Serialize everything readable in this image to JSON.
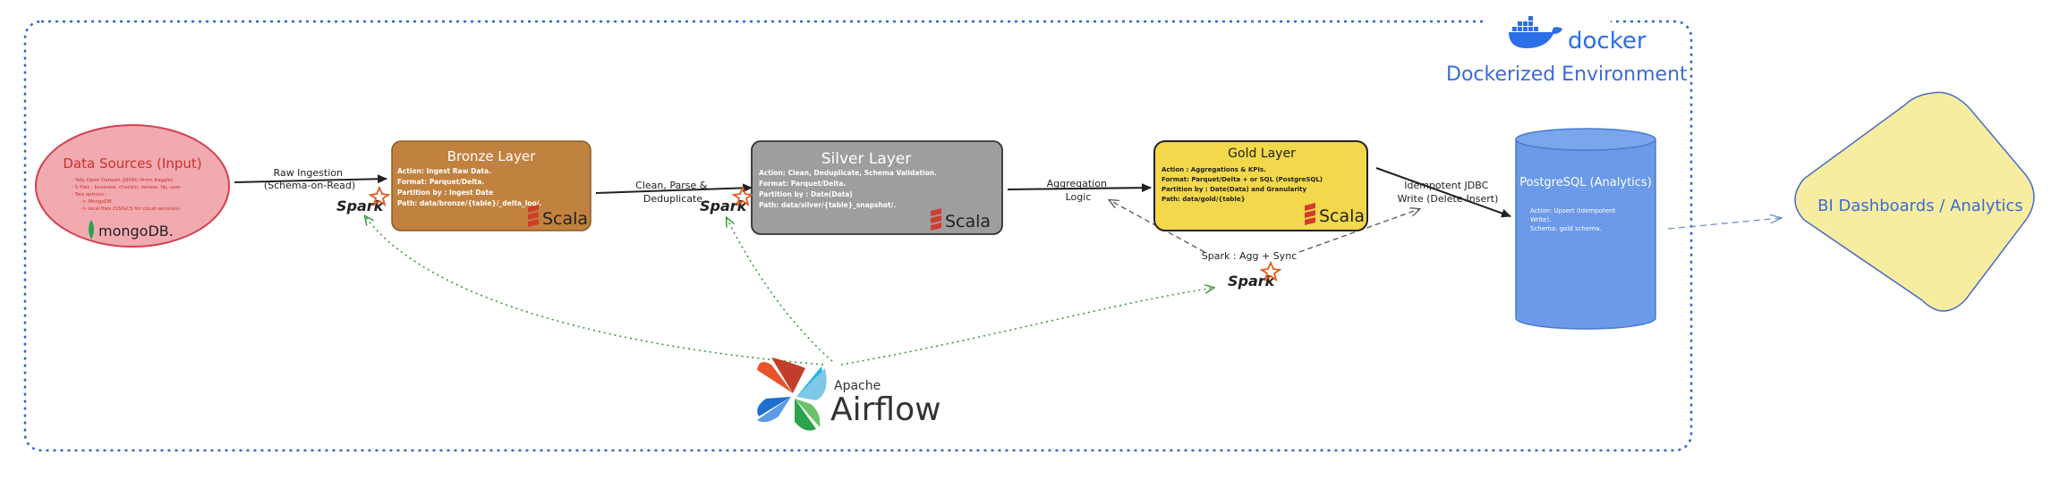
{
  "docker": {
    "logo_text": "docker",
    "env_label": "Dockerized Environment"
  },
  "sources": {
    "title": "Data Sources (Input)",
    "lines": [
      "- Yelp Open Dataset (JSON) (from Kaggle)",
      "- 5 files : business, checkin, review, tip, user",
      "- Two options :",
      "-> MongoDB",
      "-> local files   (S3/GCS for cloud services)"
    ],
    "mongo_label": "mongoDB."
  },
  "bronze": {
    "title": "Bronze Layer",
    "lines": [
      "Action: Ingest Raw Data.",
      "Format: Parquet/Delta.",
      "Partition by : Ingest Date",
      "Path: data/bronze/{table}/_delta_log/."
    ]
  },
  "silver": {
    "title": "Silver Layer",
    "lines": [
      "Action: Clean, Deduplicate, Schema Validation.",
      "Format: Parquet/Delta.",
      "Partition by : Date(Data)",
      "Path: data/silver/{table}_snapshot/."
    ]
  },
  "gold": {
    "title": "Gold Layer",
    "lines": [
      "Action : Aggregations & KPIs.",
      "Format: Parquet/Delta + or SQL (PostgreSQL)",
      "Partition by : Date(Data) and Granularity",
      "Path: data/gold/{table}"
    ]
  },
  "postgres": {
    "title": "PostgreSQL (Analytics)",
    "lines": [
      "Action: Upsert (Idempotent",
      "Write).",
      "Schema: gold schema."
    ]
  },
  "bi": {
    "title": "BI Dashboards / Analytics"
  },
  "edges": {
    "raw_ingestion": [
      "Raw Ingestion",
      "(Schema-on-Read)"
    ],
    "clean": [
      "Clean, Parse &",
      "Deduplicate"
    ],
    "aggregation": [
      "Aggregation",
      "Logic"
    ],
    "idempotent": [
      "Idempotent JDBC",
      "Write (Delete-Insert)"
    ],
    "spark_agg": "Spark : Agg + Sync"
  },
  "logos": {
    "spark": "Spark",
    "scala": "Scala",
    "airflow_small": "Apache",
    "airflow_big": "Airflow"
  },
  "colors": {
    "bronze": "#c1823f",
    "silver": "#9e9e9e",
    "gold": "#f2d84a",
    "postgres": "#6a9ae8",
    "bi": "#f7eda0",
    "sources": "#f1aab0",
    "border_blue": "#3366cc",
    "scala_red": "#d23c2f",
    "arrow_green": "#3a9a3a"
  }
}
